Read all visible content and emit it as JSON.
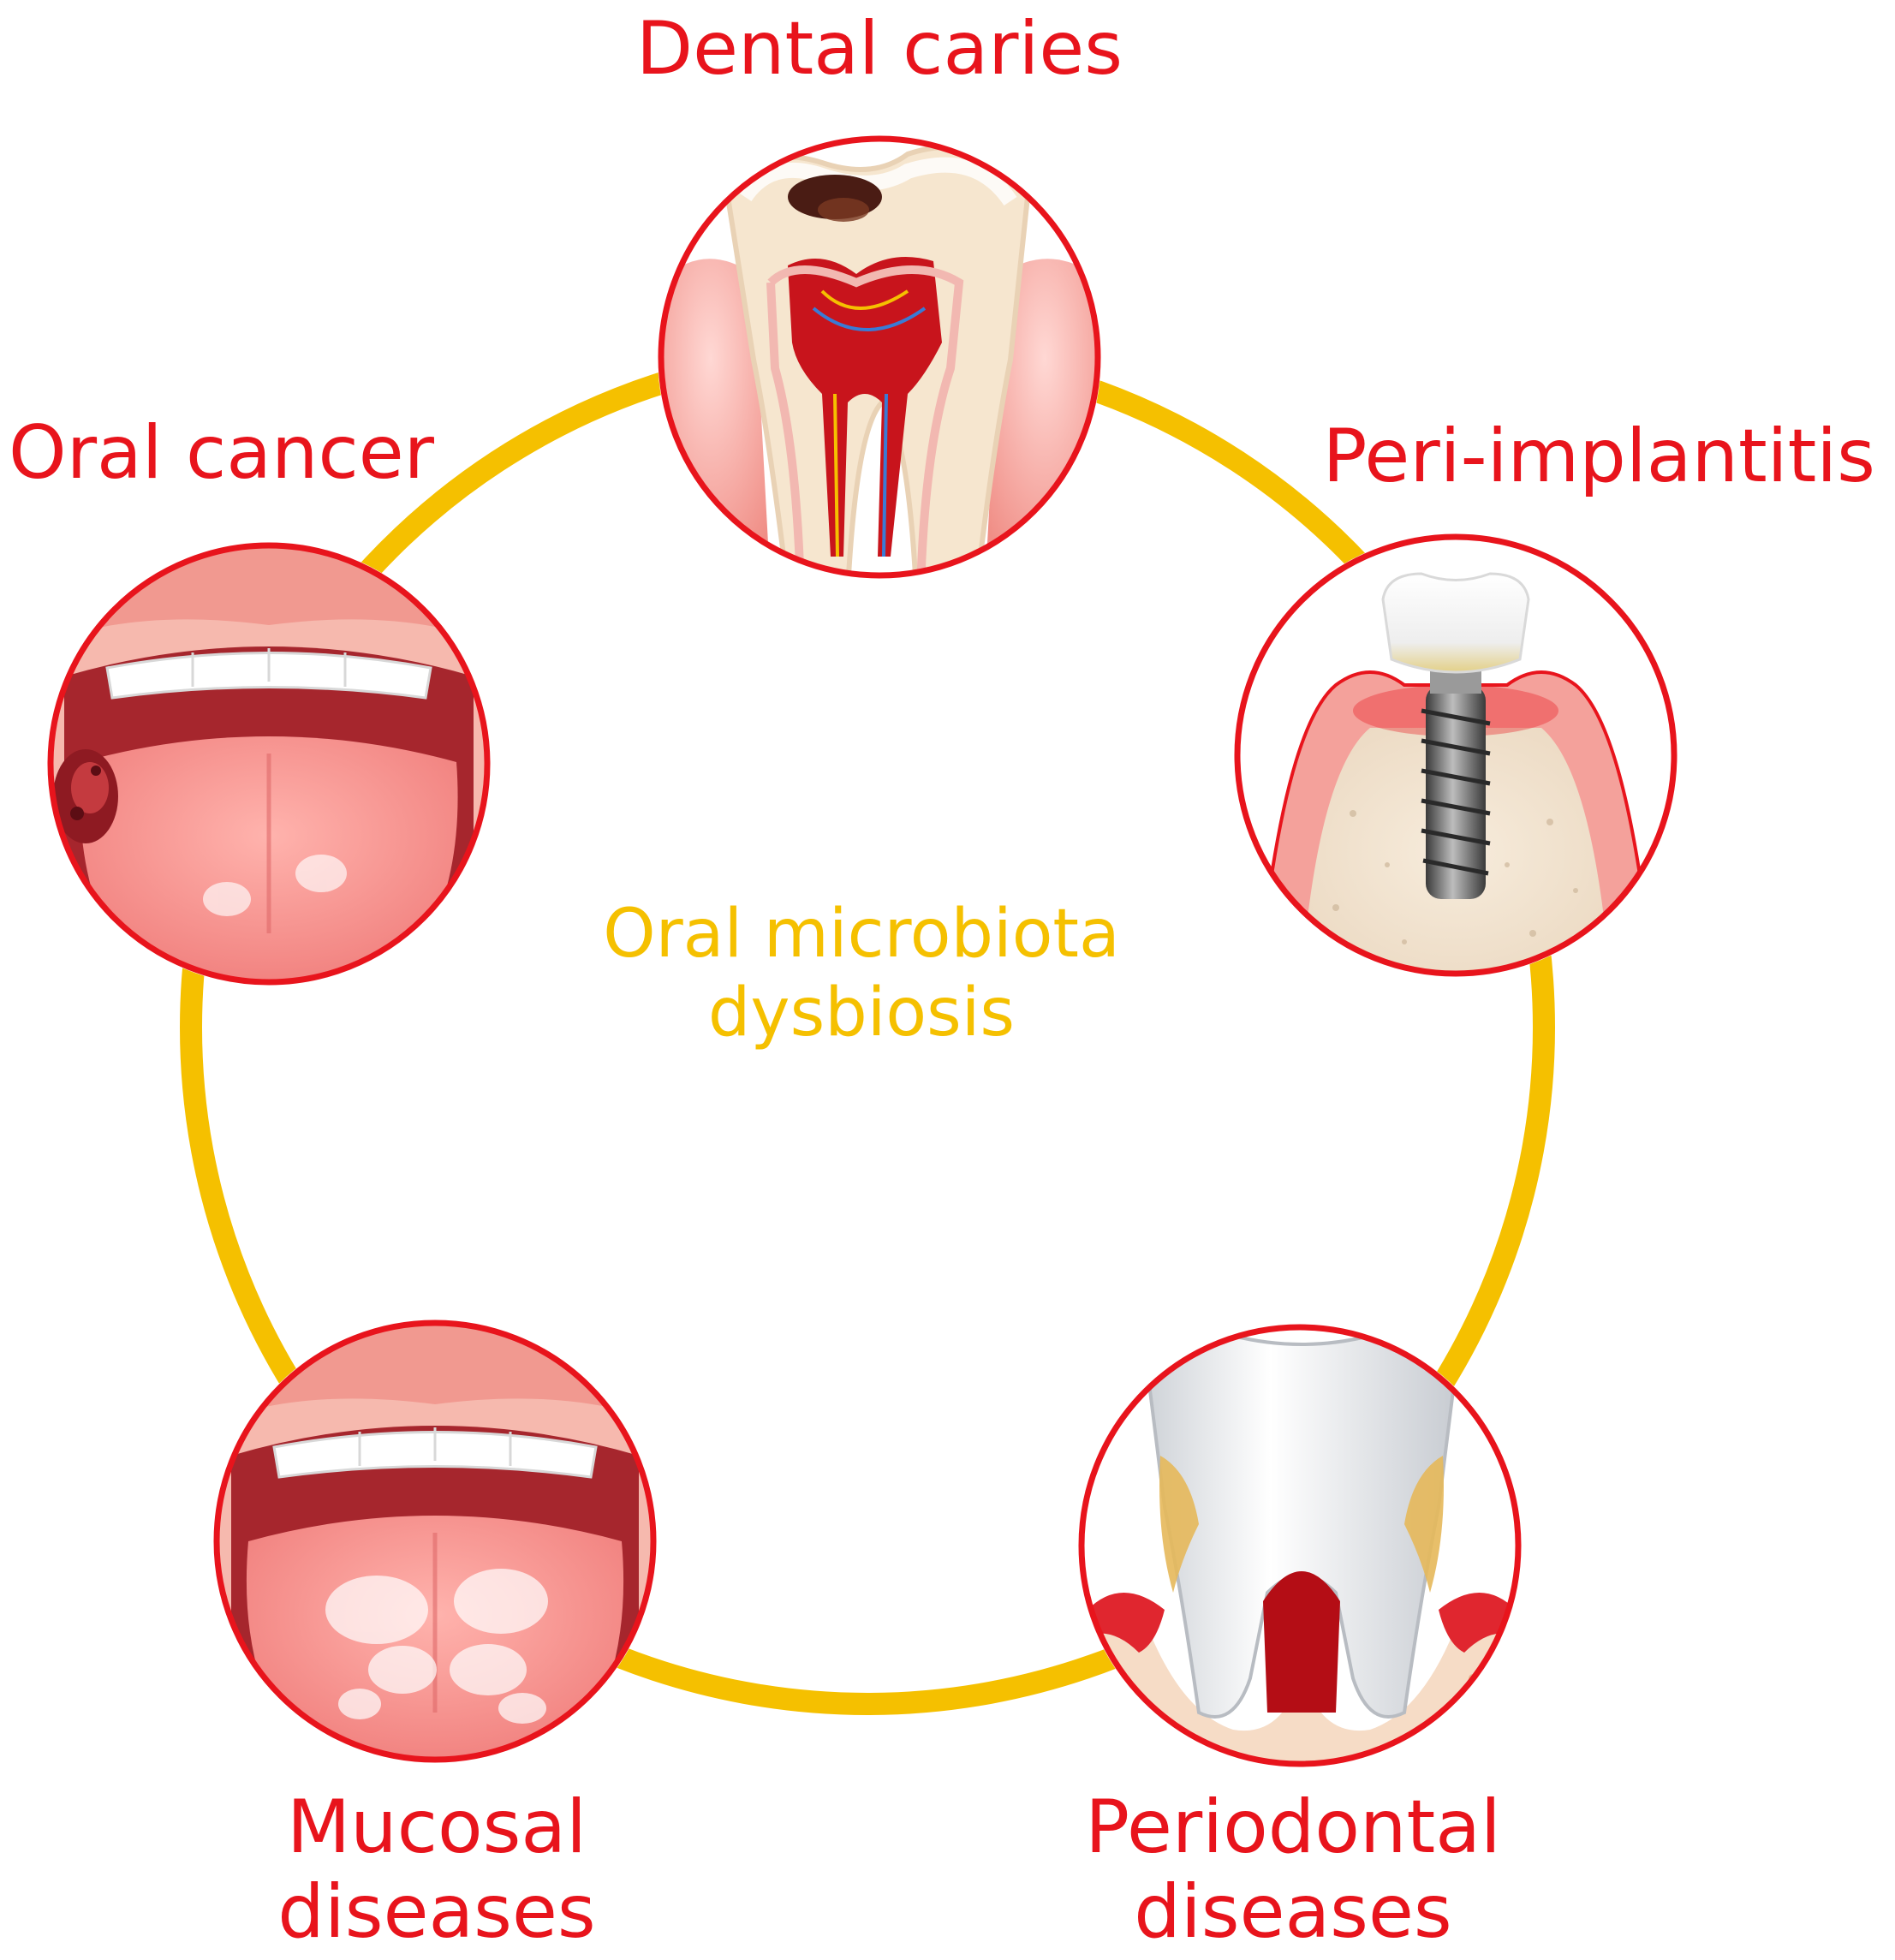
{
  "center": {
    "line1": "Oral microbiota",
    "line2": "dysbiosis",
    "color": "#f5c000"
  },
  "nodes": [
    {
      "key": "dental-caries",
      "lines": [
        "Dental caries"
      ],
      "illustration": "decayed-molar-cross-section"
    },
    {
      "key": "peri-implantitis",
      "lines": [
        "Peri-implantitis"
      ],
      "illustration": "dental-implant-in-inflamed-gum"
    },
    {
      "key": "periodontal-diseases",
      "lines": [
        "Periodontal",
        "diseases"
      ],
      "illustration": "tooth-with-receding-gum-and-plaque"
    },
    {
      "key": "mucosal-diseases",
      "lines": [
        "Mucosal",
        "diseases"
      ],
      "illustration": "open-mouth-tongue-white-patches"
    },
    {
      "key": "oral-cancer",
      "lines": [
        "Oral cancer"
      ],
      "illustration": "open-mouth-tongue-lesion"
    }
  ],
  "colors": {
    "ring": "#f5c000",
    "label": "#e8141c",
    "circle_border": "#e8141c"
  }
}
